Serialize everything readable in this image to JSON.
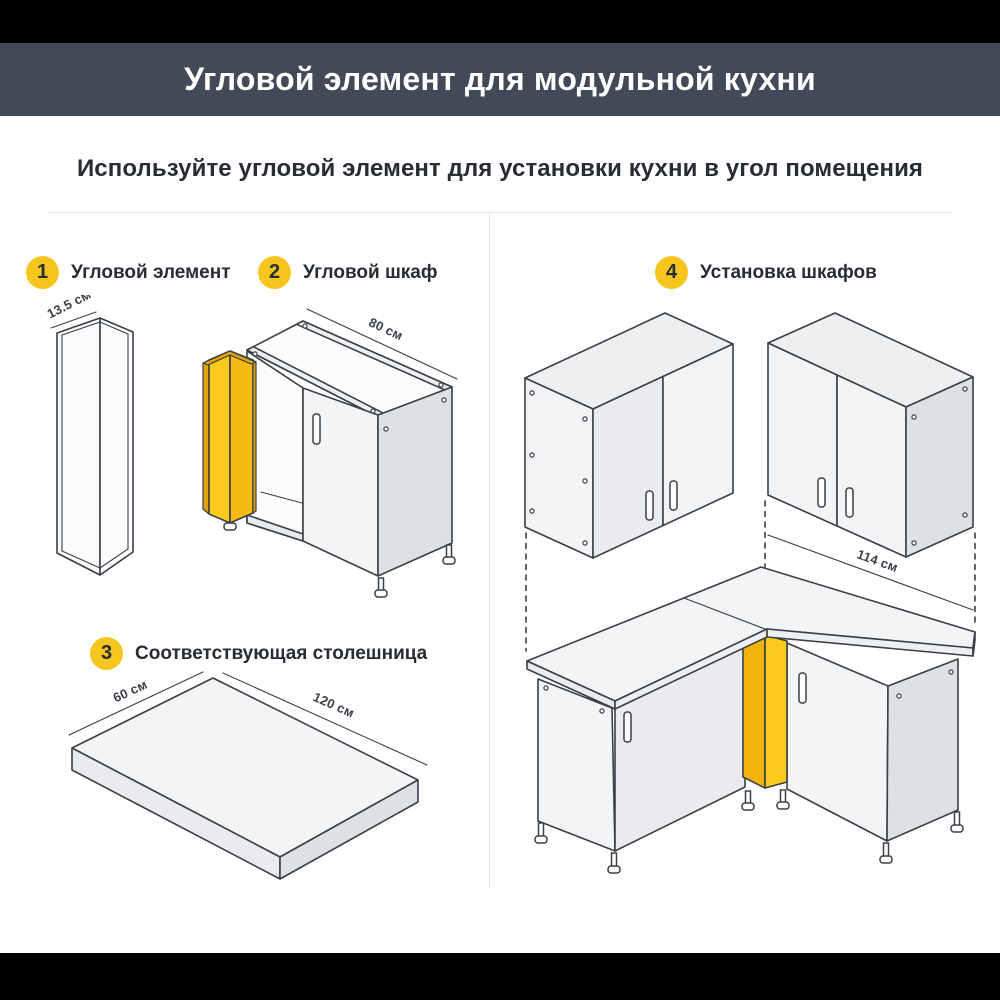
{
  "header": {
    "title": "Угловой элемент для модульной кухни"
  },
  "subtitle": "Используйте угловой элемент для установки кухни в угол помещения",
  "steps": [
    {
      "num": "1",
      "label": "Угловой элемент"
    },
    {
      "num": "2",
      "label": "Угловой шкаф"
    },
    {
      "num": "3",
      "label": "Соответствующая столешница"
    },
    {
      "num": "4",
      "label": "Установка шкафов"
    }
  ],
  "dimensions": {
    "corner_element_width": "13.5 см",
    "corner_cabinet_width": "80 см",
    "countertop_depth": "60 см",
    "countertop_length": "120 см",
    "corner_run_length": "114 см"
  },
  "colors": {
    "header_bg": "#424A58",
    "badge_yellow": "#F6C51E",
    "element_yellow": "#FFC91E",
    "outline": "#3A4047"
  }
}
